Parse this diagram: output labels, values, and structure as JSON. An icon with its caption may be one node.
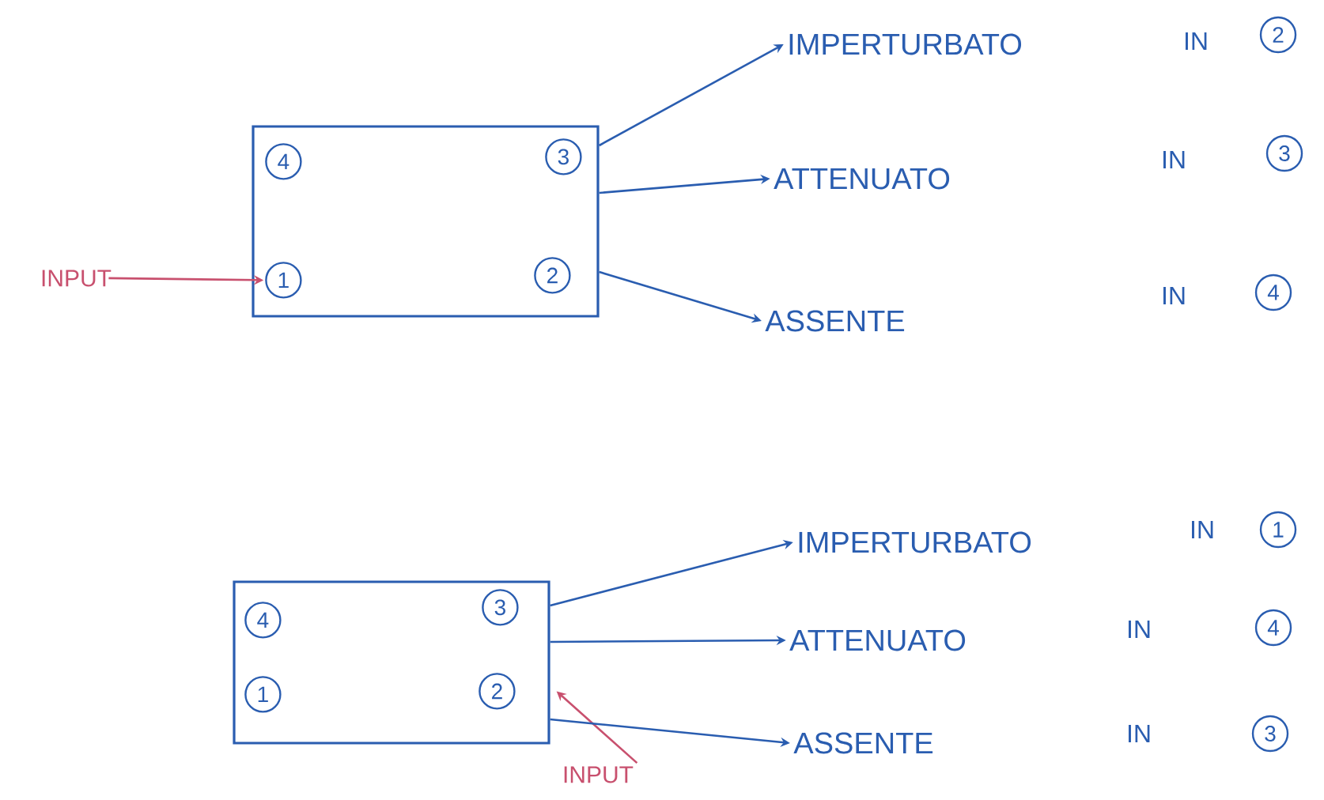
{
  "diagram": {
    "nodes": [
      {
        "text": [],
        "shape": "box"
      },
      {
        "text": [
          "4"
        ],
        "in": 0
      },
      {
        "text": [
          "3"
        ],
        "in": 0
      },
      {
        "text": [
          "1"
        ],
        "in": 0
      },
      {
        "text": [
          "2"
        ],
        "in": 0
      },
      {
        "text": [
          "INPUT"
        ]
      },
      {
        "text": [
          "IMPERTURBATO"
        ]
      },
      {
        "text": [
          "2"
        ]
      },
      {
        "text": [
          "ATTENUATO"
        ]
      },
      {
        "text": [
          "3"
        ]
      },
      {
        "text": [
          "ASSENTE"
        ]
      },
      {
        "text": [
          "4"
        ]
      },
      {
        "text": [],
        "shape": "box"
      },
      {
        "text": [
          "4"
        ],
        "in": 12
      },
      {
        "text": [
          "3"
        ],
        "in": 12
      },
      {
        "text": [
          "1"
        ],
        "in": 12
      },
      {
        "text": [
          "2"
        ],
        "in": 12
      },
      {
        "text": [
          "INPUT"
        ]
      },
      {
        "text": [
          "IMPERTURBATO"
        ]
      },
      {
        "text": [
          "1"
        ]
      },
      {
        "text": [
          "ATTENUATO"
        ]
      },
      {
        "text": [
          "4"
        ]
      },
      {
        "text": [
          "ASSENTE"
        ]
      },
      {
        "text": [
          "3"
        ]
      }
    ],
    "edges": [
      {
        "from": 5,
        "to": 3,
        "arrow": "to",
        "color": "#c8506e"
      },
      {
        "from": 0,
        "to": 6,
        "arrow": "to"
      },
      {
        "from": 0,
        "to": 8,
        "arrow": "to"
      },
      {
        "from": 0,
        "to": 10,
        "arrow": "to"
      },
      {
        "from": 17,
        "to": 16,
        "arrow": "to",
        "color": "#c8506e"
      },
      {
        "from": 12,
        "to": 18,
        "arrow": "to"
      },
      {
        "from": 12,
        "to": 20,
        "arrow": "to"
      },
      {
        "from": 12,
        "to": 22,
        "arrow": "to"
      }
    ],
    "labels": [
      "IN",
      "IN",
      "IN",
      "IN",
      "IN",
      "IN"
    ]
  }
}
